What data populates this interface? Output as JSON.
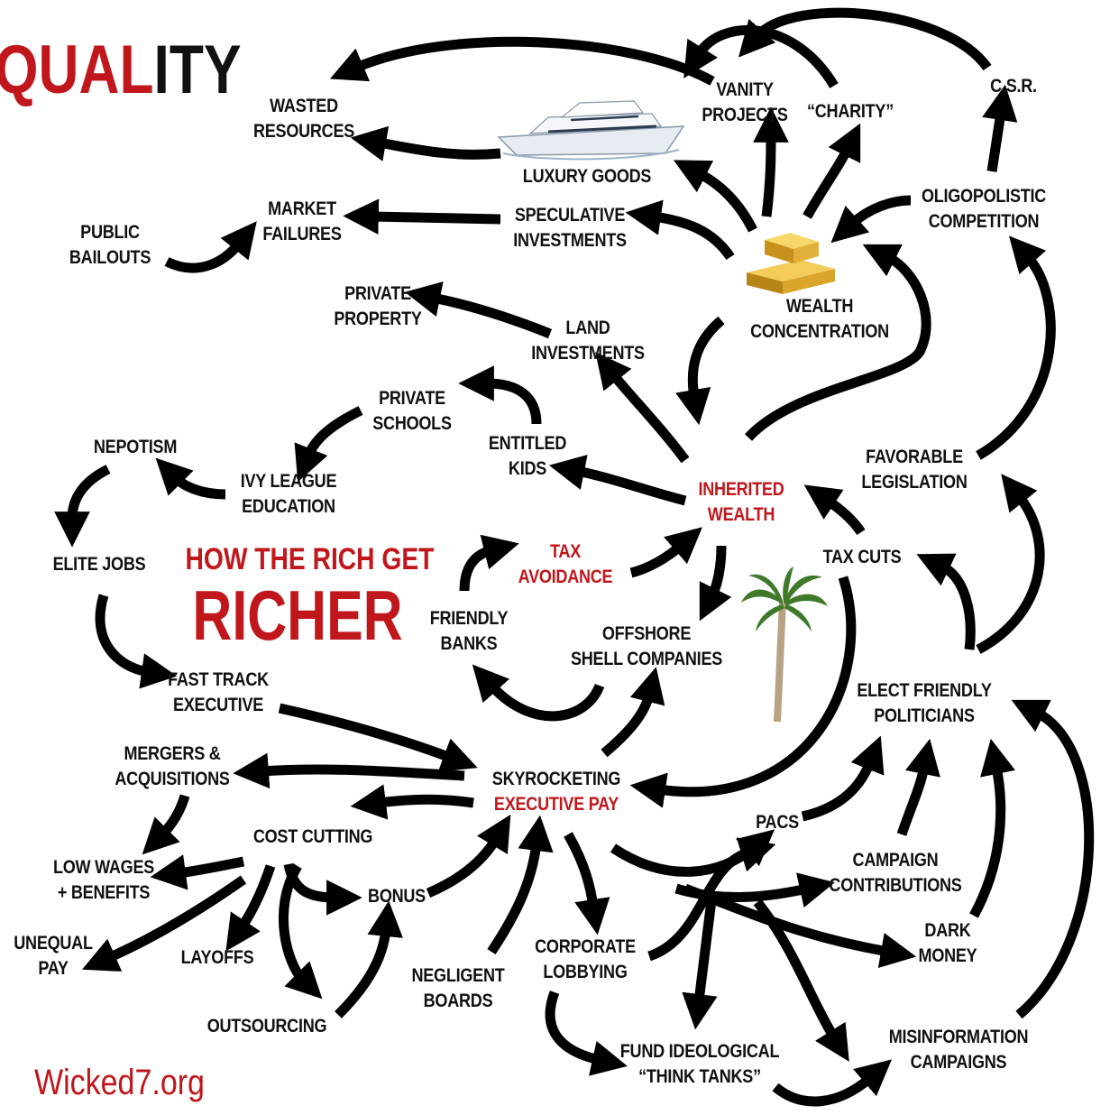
{
  "title": {
    "part_red": "QUAL",
    "part_black": "ITY"
  },
  "heading": {
    "line1": "HOW THE RICH GET",
    "line2": "RICHER"
  },
  "footer": {
    "site": "Wicked7.org"
  },
  "colors": {
    "accent_red": "#c0171c",
    "text": "#111111",
    "arrow": "#000000"
  },
  "nodes": {
    "wasted_resources": [
      "WASTED",
      "RESOURCES"
    ],
    "vanity_projects": [
      "VANITY",
      "PROJECTS"
    ],
    "charity": [
      "“CHARITY”"
    ],
    "csr": [
      "C.S.R."
    ],
    "luxury_goods": [
      "LUXURY GOODS"
    ],
    "market_failures": [
      "MARKET",
      "FAILURES"
    ],
    "public_bailouts": [
      "PUBLIC",
      "BAILOUTS"
    ],
    "speculative_investments": [
      "SPECULATIVE",
      "INVESTMENTS"
    ],
    "oligopolistic_competition": [
      "OLIGOPOLISTIC",
      "COMPETITION"
    ],
    "private_property": [
      "PRIVATE",
      "PROPERTY"
    ],
    "land_investments": [
      "LAND",
      "INVESTMENTS"
    ],
    "wealth_concentration": [
      "WEALTH",
      "CONCENTRATION"
    ],
    "private_schools": [
      "PRIVATE",
      "SCHOOLS"
    ],
    "entitled_kids": [
      "ENTITLED",
      "KIDS"
    ],
    "nepotism": [
      "NEPOTISM"
    ],
    "ivy_league": [
      "IVY LEAGUE",
      "EDUCATION"
    ],
    "inherited_wealth": [
      "INHERITED",
      "WEALTH"
    ],
    "favorable_legislation": [
      "FAVORABLE",
      "LEGISLATION"
    ],
    "elite_jobs": [
      "ELITE JOBS"
    ],
    "tax_avoidance": [
      "TAX",
      "AVOIDANCE"
    ],
    "tax_cuts": [
      "TAX CUTS"
    ],
    "friendly_banks": [
      "FRIENDLY",
      "BANKS"
    ],
    "offshore": [
      "OFFSHORE",
      "SHELL COMPANIES"
    ],
    "elect_politicians": [
      "ELECT FRIENDLY",
      "POLITICIANS"
    ],
    "fast_track": [
      "FAST TRACK",
      "EXECUTIVE"
    ],
    "mergers": [
      "MERGERS &",
      "ACQUISITIONS"
    ],
    "exec_pay": [
      "SKYROCKETING",
      "EXECUTIVE PAY"
    ],
    "cost_cutting": [
      "COST CUTTING"
    ],
    "pacs": [
      "PACS"
    ],
    "low_wages": [
      "LOW WAGES",
      "+ BENEFITS"
    ],
    "campaign_contrib": [
      "CAMPAIGN",
      "CONTRIBUTIONS"
    ],
    "bonus": [
      "BONUS"
    ],
    "unequal_pay": [
      "UNEQUAL",
      "PAY"
    ],
    "layoffs": [
      "LAYOFFS"
    ],
    "corporate_lobbying": [
      "CORPORATE",
      "LOBBYING"
    ],
    "dark_money": [
      "DARK",
      "MONEY"
    ],
    "negligent_boards": [
      "NEGLIGENT",
      "BOARDS"
    ],
    "outsourcing": [
      "OUTSOURCING"
    ],
    "misinformation": [
      "MISINFORMATION",
      "CAMPAIGNS"
    ],
    "think_tanks": [
      "FUND IDEOLOGICAL",
      "“THINK TANKS”"
    ]
  },
  "images": {
    "yacht": "yacht-icon",
    "gold": "gold-bars-icon",
    "palm": "palm-tree-icon"
  }
}
